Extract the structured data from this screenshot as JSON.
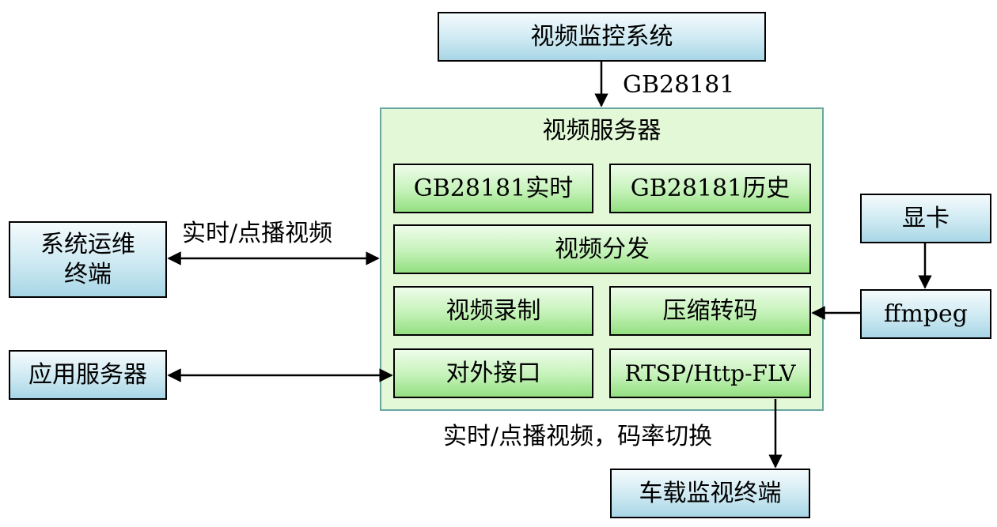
{
  "nodes": {
    "video_monitor_system": "视频监控系统",
    "video_server": "视频服务器",
    "gb_realtime": "GB28181实时",
    "gb_history": "GB28181历史",
    "video_distribution": "视频分发",
    "video_recording": "视频录制",
    "compress_transcode": "压缩转码",
    "external_interface": "对外接口",
    "rtsp_flv": "RTSP/Http-FLV",
    "ops_terminal": "系统运维\n终端",
    "app_server": "应用服务器",
    "gpu": "显卡",
    "ffmpeg": "ffmpeg",
    "vehicle_terminal": "车载监视终端"
  },
  "edges": {
    "gb28181": "GB28181",
    "realtime_playback": "实时/点播视频",
    "bitrate_switch": "实时/点播视频，码率切换"
  },
  "colors": {
    "blue_box": "#cde9f2",
    "green_box": "#c4f2b8",
    "server_bg": "#e2f8d6",
    "server_border": "#6aa6a0"
  }
}
